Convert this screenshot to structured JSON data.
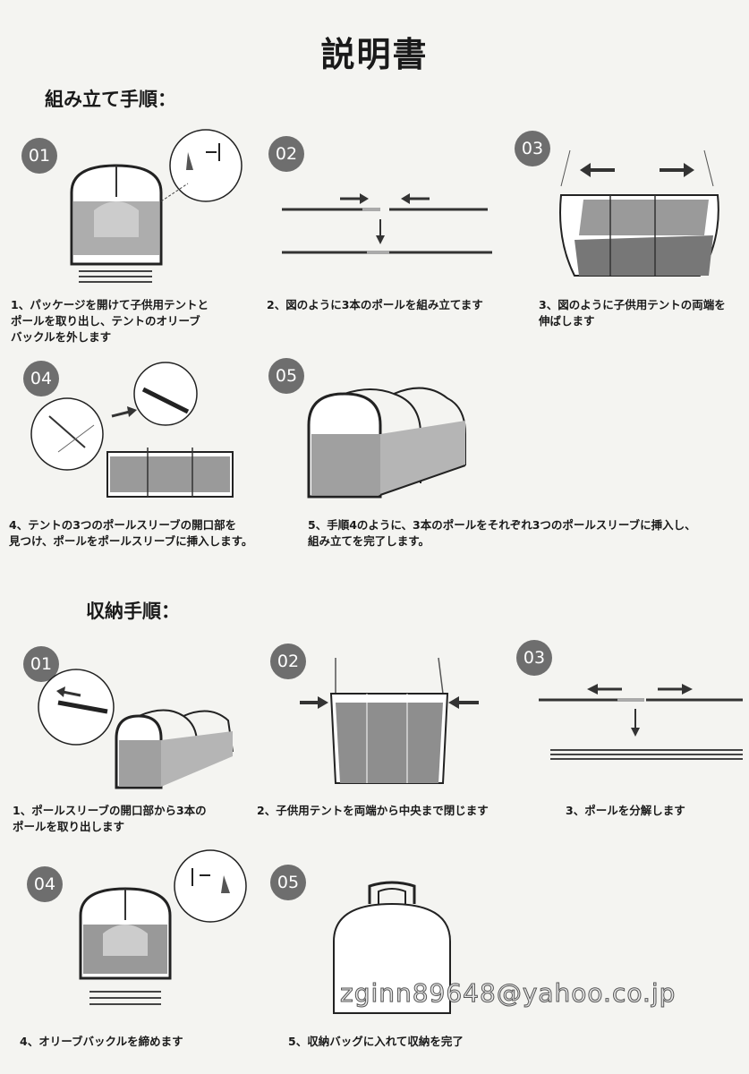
{
  "document": {
    "title": "説明書"
  },
  "assembly": {
    "heading": "組み立て手順：",
    "steps": [
      {
        "badge": "01",
        "caption": "1、パッケージを開けて子供用テントと\nポールを取り出し、テントのオリーブ\nバックルを外します"
      },
      {
        "badge": "02",
        "caption": "2、図のように3本のポールを組み立てます"
      },
      {
        "badge": "03",
        "caption": "3、図のように子供用テントの両端を\n伸ばします"
      },
      {
        "badge": "04",
        "caption": "4、テントの3つのポールスリーブの開口部を\n見つけ、ポールをポールスリーブに挿入します。"
      },
      {
        "badge": "05",
        "caption": "5、手順4のように、3本のポールをそれぞれ3つのポールスリーブに挿入し、\n組み立てを完了します。"
      }
    ]
  },
  "storage": {
    "heading": "収納手順：",
    "steps": [
      {
        "badge": "01",
        "caption": "1、ポールスリーブの開口部から3本の\nポールを取り出します"
      },
      {
        "badge": "02",
        "caption": "2、子供用テントを両端から中央まで閉じます"
      },
      {
        "badge": "03",
        "caption": "3、ポールを分解します"
      },
      {
        "badge": "04",
        "caption": "4、オリーブバックルを締めます"
      },
      {
        "badge": "05",
        "caption": "5、収納バッグに入れて収納を完了"
      }
    ]
  },
  "watermark": "zginn89648@yahoo.co.jp"
}
